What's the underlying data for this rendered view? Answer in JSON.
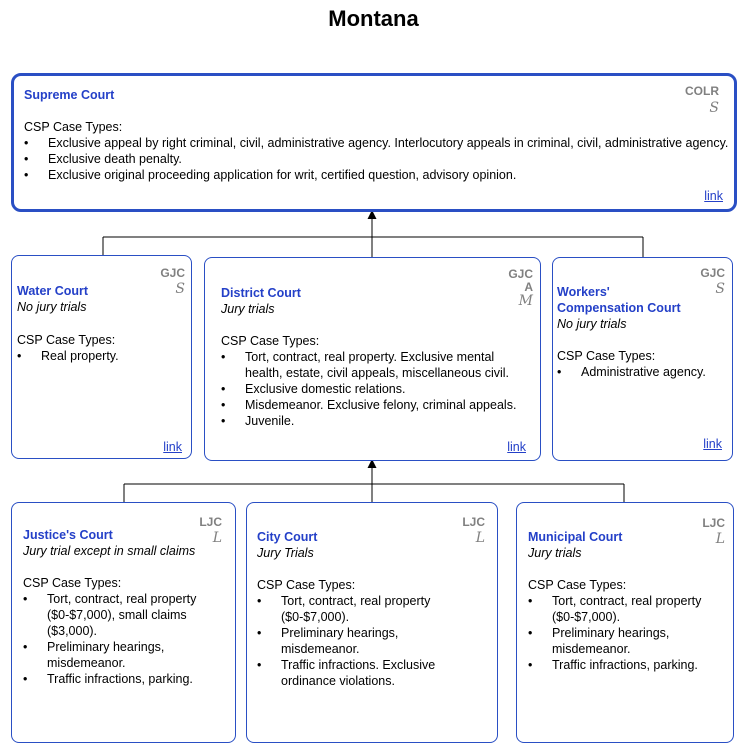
{
  "title": "Montana",
  "link_label": "link",
  "csp_label": "CSP Case Types:",
  "supreme": {
    "name": "Supreme Court",
    "tag": "COLR",
    "glyph": "S",
    "items": [
      "Exclusive appeal by right criminal, civil, administrative agency. Interlocutory appeals in criminal, civil, administrative agency.",
      "Exclusive death penalty.",
      "Exclusive original proceeding application for writ, certified question, advisory opinion."
    ]
  },
  "water": {
    "name": "Water Court",
    "jury": "No jury trials",
    "tag": "GJC",
    "glyph": "S",
    "items": [
      "Real property."
    ]
  },
  "district": {
    "name": "District Court",
    "jury": "Jury trials",
    "tag": "GJC",
    "tag2": "A",
    "glyph": "M",
    "items": [
      "Tort, contract, real property. Exclusive mental health, estate, civil appeals, miscellaneous civil.",
      "Exclusive domestic relations.",
      "Misdemeanor.  Exclusive felony, criminal appeals.",
      "Juvenile."
    ]
  },
  "workers": {
    "name_line1": "Workers'",
    "name_line2": "Compensation Court",
    "jury": "No jury trials",
    "tag": "GJC",
    "glyph": "S",
    "items": [
      "Administrative agency."
    ]
  },
  "justice": {
    "name": "Justice's Court",
    "jury": "Jury trial except in small claims",
    "tag": "LJC",
    "glyph": "L",
    "items": [
      "Tort, contract, real property ($0-$7,000), small claims ($3,000).",
      "Preliminary hearings, misdemeanor.",
      "Traffic infractions, parking."
    ]
  },
  "city": {
    "name": "City Court",
    "jury": "Jury Trials",
    "tag": "LJC",
    "glyph": "L",
    "items": [
      "Tort, contract, real property ($0-$7,000).",
      "Preliminary hearings, misdemeanor.",
      "Traffic infractions. Exclusive ordinance violations."
    ]
  },
  "municipal": {
    "name": "Municipal Court",
    "jury": "Jury trials",
    "tag": "LJC",
    "glyph": "L",
    "items": [
      "Tort, contract, real property ($0-$7,000).",
      "Preliminary hearings, misdemeanor.",
      "Traffic infractions, parking."
    ]
  }
}
